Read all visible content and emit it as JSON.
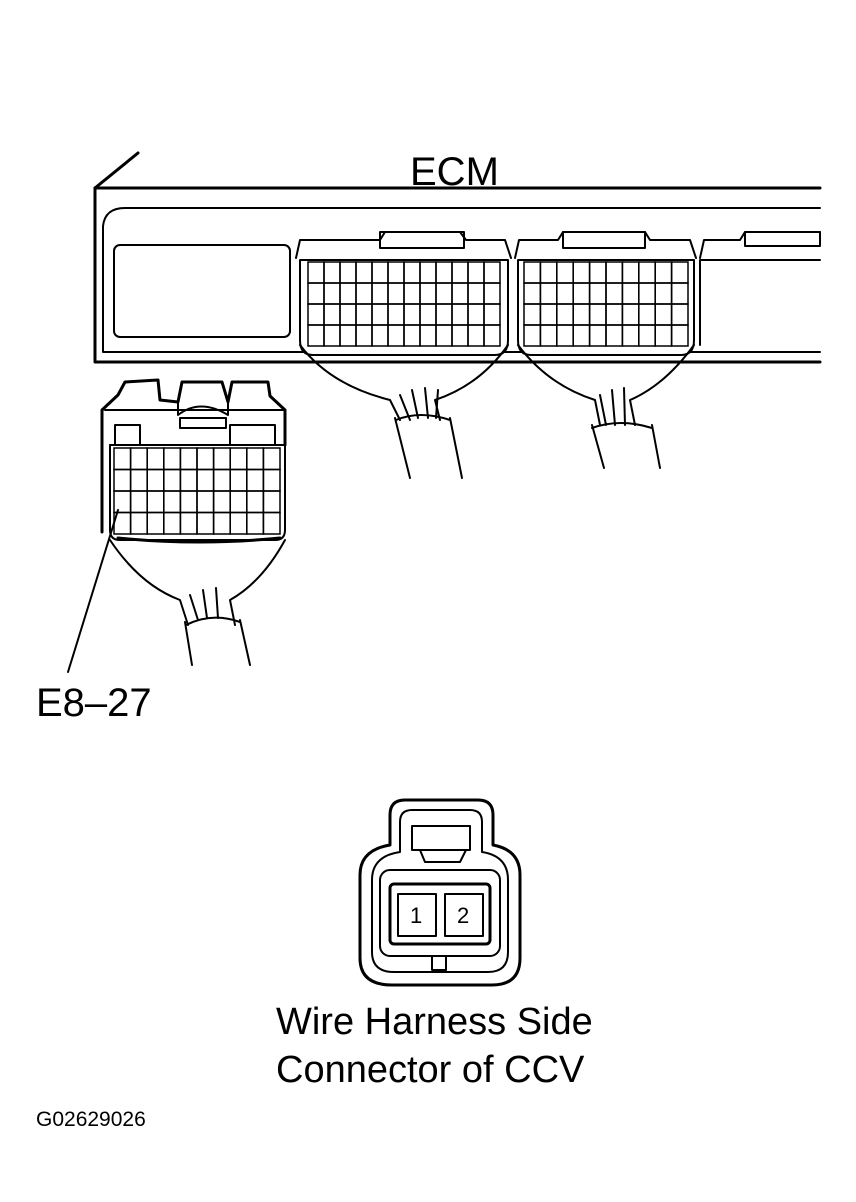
{
  "labels": {
    "ecm": "ECM",
    "connector_id": "E8–27",
    "caption_line1": "Wire Harness Side",
    "caption_line2": "Connector of CCV",
    "figure_code": "G02629026"
  },
  "ccv_connector": {
    "pins": [
      "1",
      "2"
    ]
  }
}
